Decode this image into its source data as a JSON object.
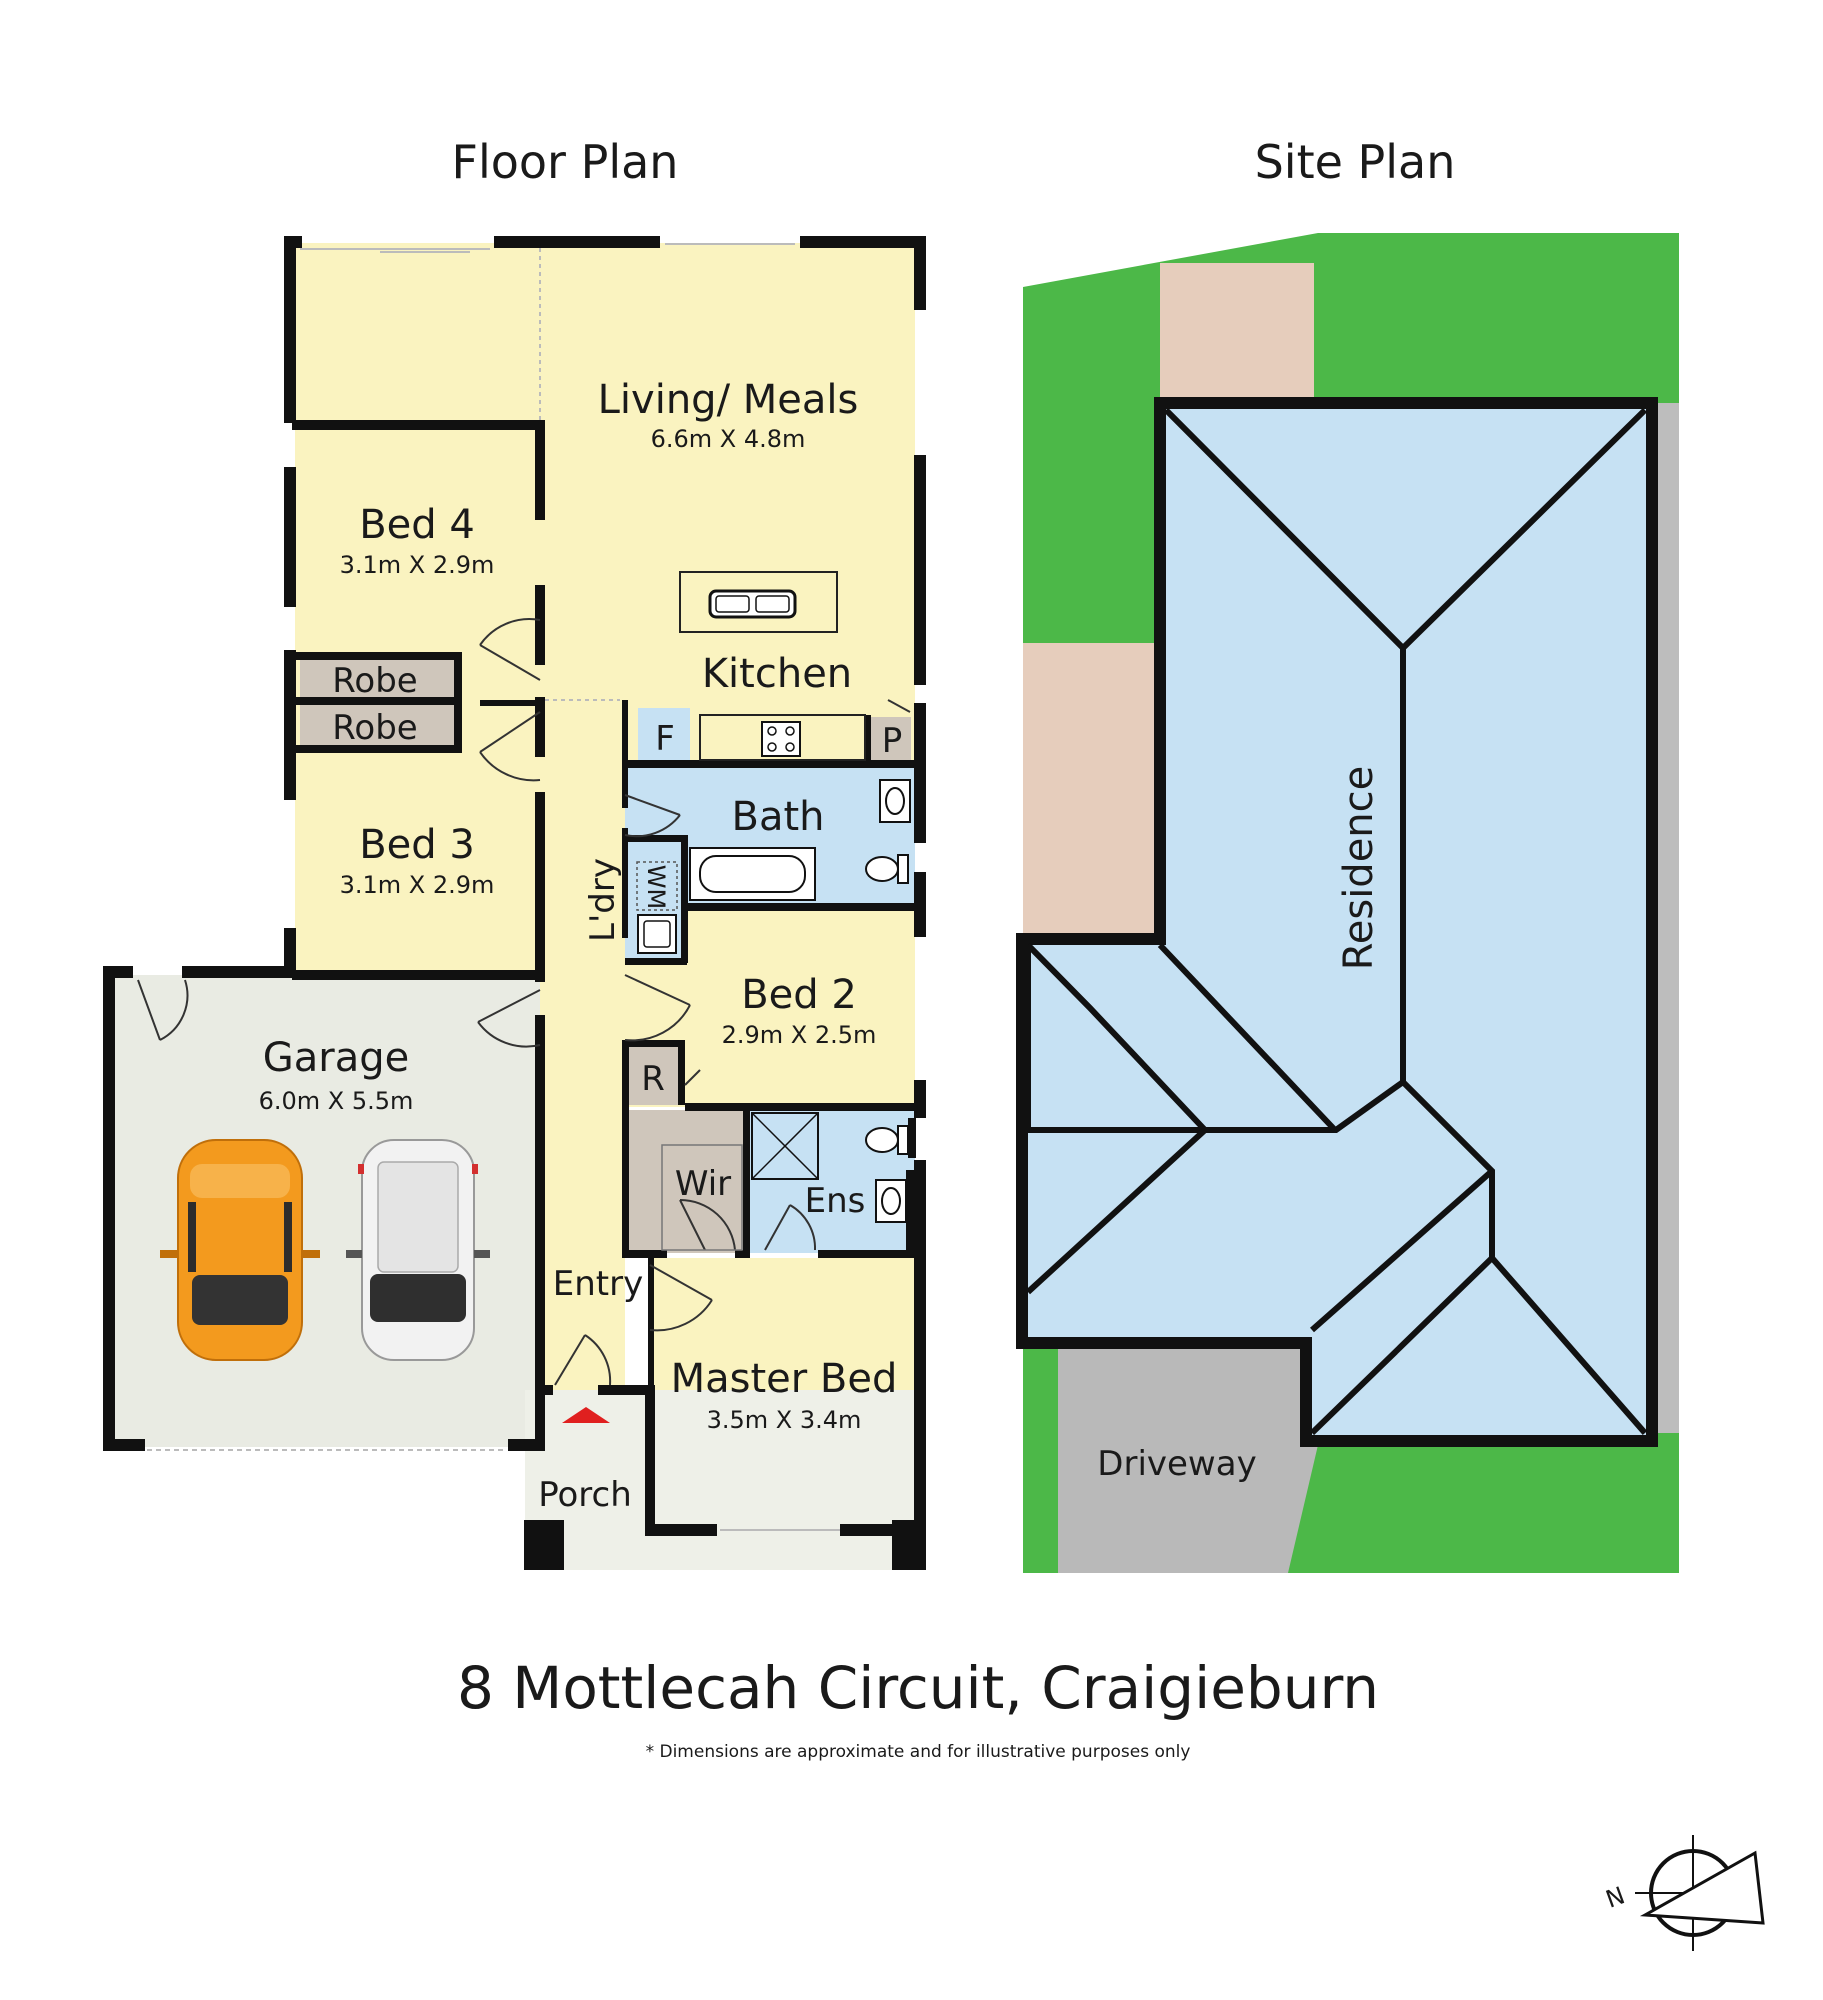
{
  "headings": {
    "floor_plan": "Floor Plan",
    "site_plan": "Site Plan"
  },
  "rooms": {
    "living": {
      "name": "Living/ Meals",
      "dims": "6.6m X 4.8m"
    },
    "bed4": {
      "name": "Bed 4",
      "dims": "3.1m X 2.9m"
    },
    "robe": "Robe",
    "bed3": {
      "name": "Bed 3",
      "dims": "3.1m X 2.9m"
    },
    "kitchen": "Kitchen",
    "fridge": "F",
    "pantry": "P",
    "bath": "Bath",
    "laundry": "L'dry",
    "washing_machine": "WM",
    "bed2": {
      "name": "Bed 2",
      "dims": "2.9m X 2.5m"
    },
    "linen": "R",
    "wir": "Wir",
    "ensuite": "Ens",
    "garage": {
      "name": "Garage",
      "dims": "6.0m X 5.5m"
    },
    "entry": "Entry",
    "master": {
      "name": "Master Bed",
      "dims": "3.5m X 3.4m"
    },
    "porch": "Porch"
  },
  "site": {
    "residence": "Residence",
    "driveway": "Driveway"
  },
  "address": "8 Mottlecah Circuit, Craigieburn",
  "disclaimer": "* Dimensions are approximate and for illustrative purposes only",
  "compass": {
    "north": "N"
  },
  "colors": {
    "room_fill": "#faf3c0",
    "wet_fill": "#c6e1f3",
    "robe_fill": "#cfc6bb",
    "garage_fill": "#e9ebe3",
    "lawn": "#4cb848",
    "paving": "#e6cdbc",
    "driveway": "#b9b9b9",
    "roof": "#c6e1f3",
    "wall": "#111111",
    "entry_marker": "#e0201f",
    "car_orange": "#f39a1e",
    "car_white": "#f2f2f2"
  }
}
